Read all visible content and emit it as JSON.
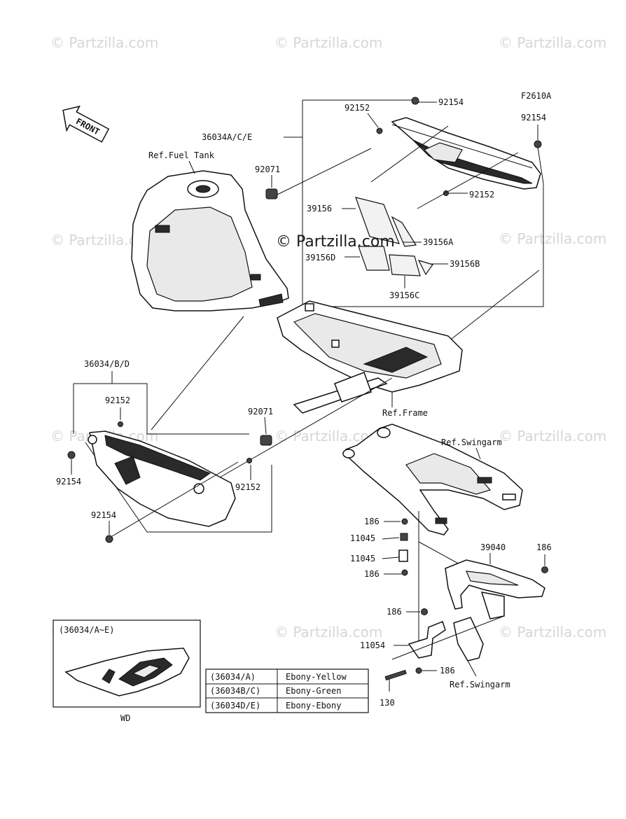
{
  "watermark": "© Partzilla.com",
  "center_brand": "© Partzilla.com",
  "figure_code": "F2610A",
  "front_label": "FRONT",
  "labels": {
    "p92154_top": "92154",
    "p92152_top": "92152",
    "p36034ace": "36034A/C/E",
    "p92154_right": "92154",
    "p92071_top": "92071",
    "p92152_right": "92152",
    "p39156": "39156",
    "p39156a": "39156A",
    "p39156d": "39156D",
    "p39156b": "39156B",
    "p39156c": "39156C",
    "ref_fuel_tank": "Ref.Fuel Tank",
    "p36034bd": "36034/B/D",
    "p92152_left": "92152",
    "p92071_mid": "92071",
    "ref_frame": "Ref.Frame",
    "ref_swingarm_top": "Ref.Swingarm",
    "p92154_left": "92154",
    "p92152_mid": "92152",
    "p92154_left2": "92154",
    "p186_a": "186",
    "p11045_a": "11045",
    "p11045_b": "11045",
    "p186_b": "186",
    "p39040": "39040",
    "p186_right": "186",
    "p186_c": "186",
    "p11054": "11054",
    "p186_d": "186",
    "ref_swingarm_bottom": "Ref.Swingarm",
    "p130": "130"
  },
  "inset": {
    "title": "(36034/A~E)",
    "caption": "WD"
  },
  "color_table": [
    {
      "code": "(36034/A)",
      "color": "Ebony-Yellow"
    },
    {
      "code": "(36034B/C)",
      "color": "Ebony-Green"
    },
    {
      "code": "(36034D/E)",
      "color": "Ebony-Ebony"
    }
  ]
}
